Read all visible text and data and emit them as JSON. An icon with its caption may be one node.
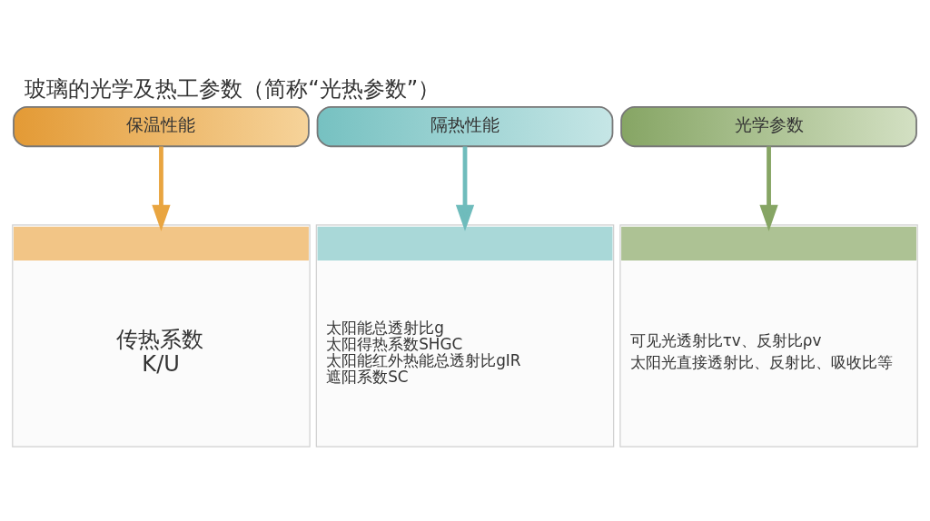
{
  "diagram": {
    "title": "玻璃的光学及热工参数（简称“光热参数”）",
    "nodes": [
      {
        "text": [
          "保温性能"
        ]
      },
      {
        "text": [
          "隔热性能"
        ]
      },
      {
        "text": [
          "光学参数"
        ]
      },
      {
        "text": [
          "传热系数",
          "K/U"
        ]
      },
      {
        "text": [
          "太阳能总透射比g",
          "太阳得热系数SHGC",
          "太阳能红外热能总透射比gIR",
          "遮阳系数SC"
        ]
      },
      {
        "text": [
          "可见光透射比τv、反射比ρv",
          "太阳光直接透射比、反射比、吸收比等"
        ]
      }
    ],
    "edges": [
      {
        "from": 0,
        "to": 3,
        "arrow": "to",
        "color": "#e9a540"
      },
      {
        "from": 1,
        "to": 4,
        "arrow": "to",
        "color": "#6fbcbc"
      },
      {
        "from": 2,
        "to": 5,
        "arrow": "to",
        "color": "#86a564"
      }
    ]
  }
}
